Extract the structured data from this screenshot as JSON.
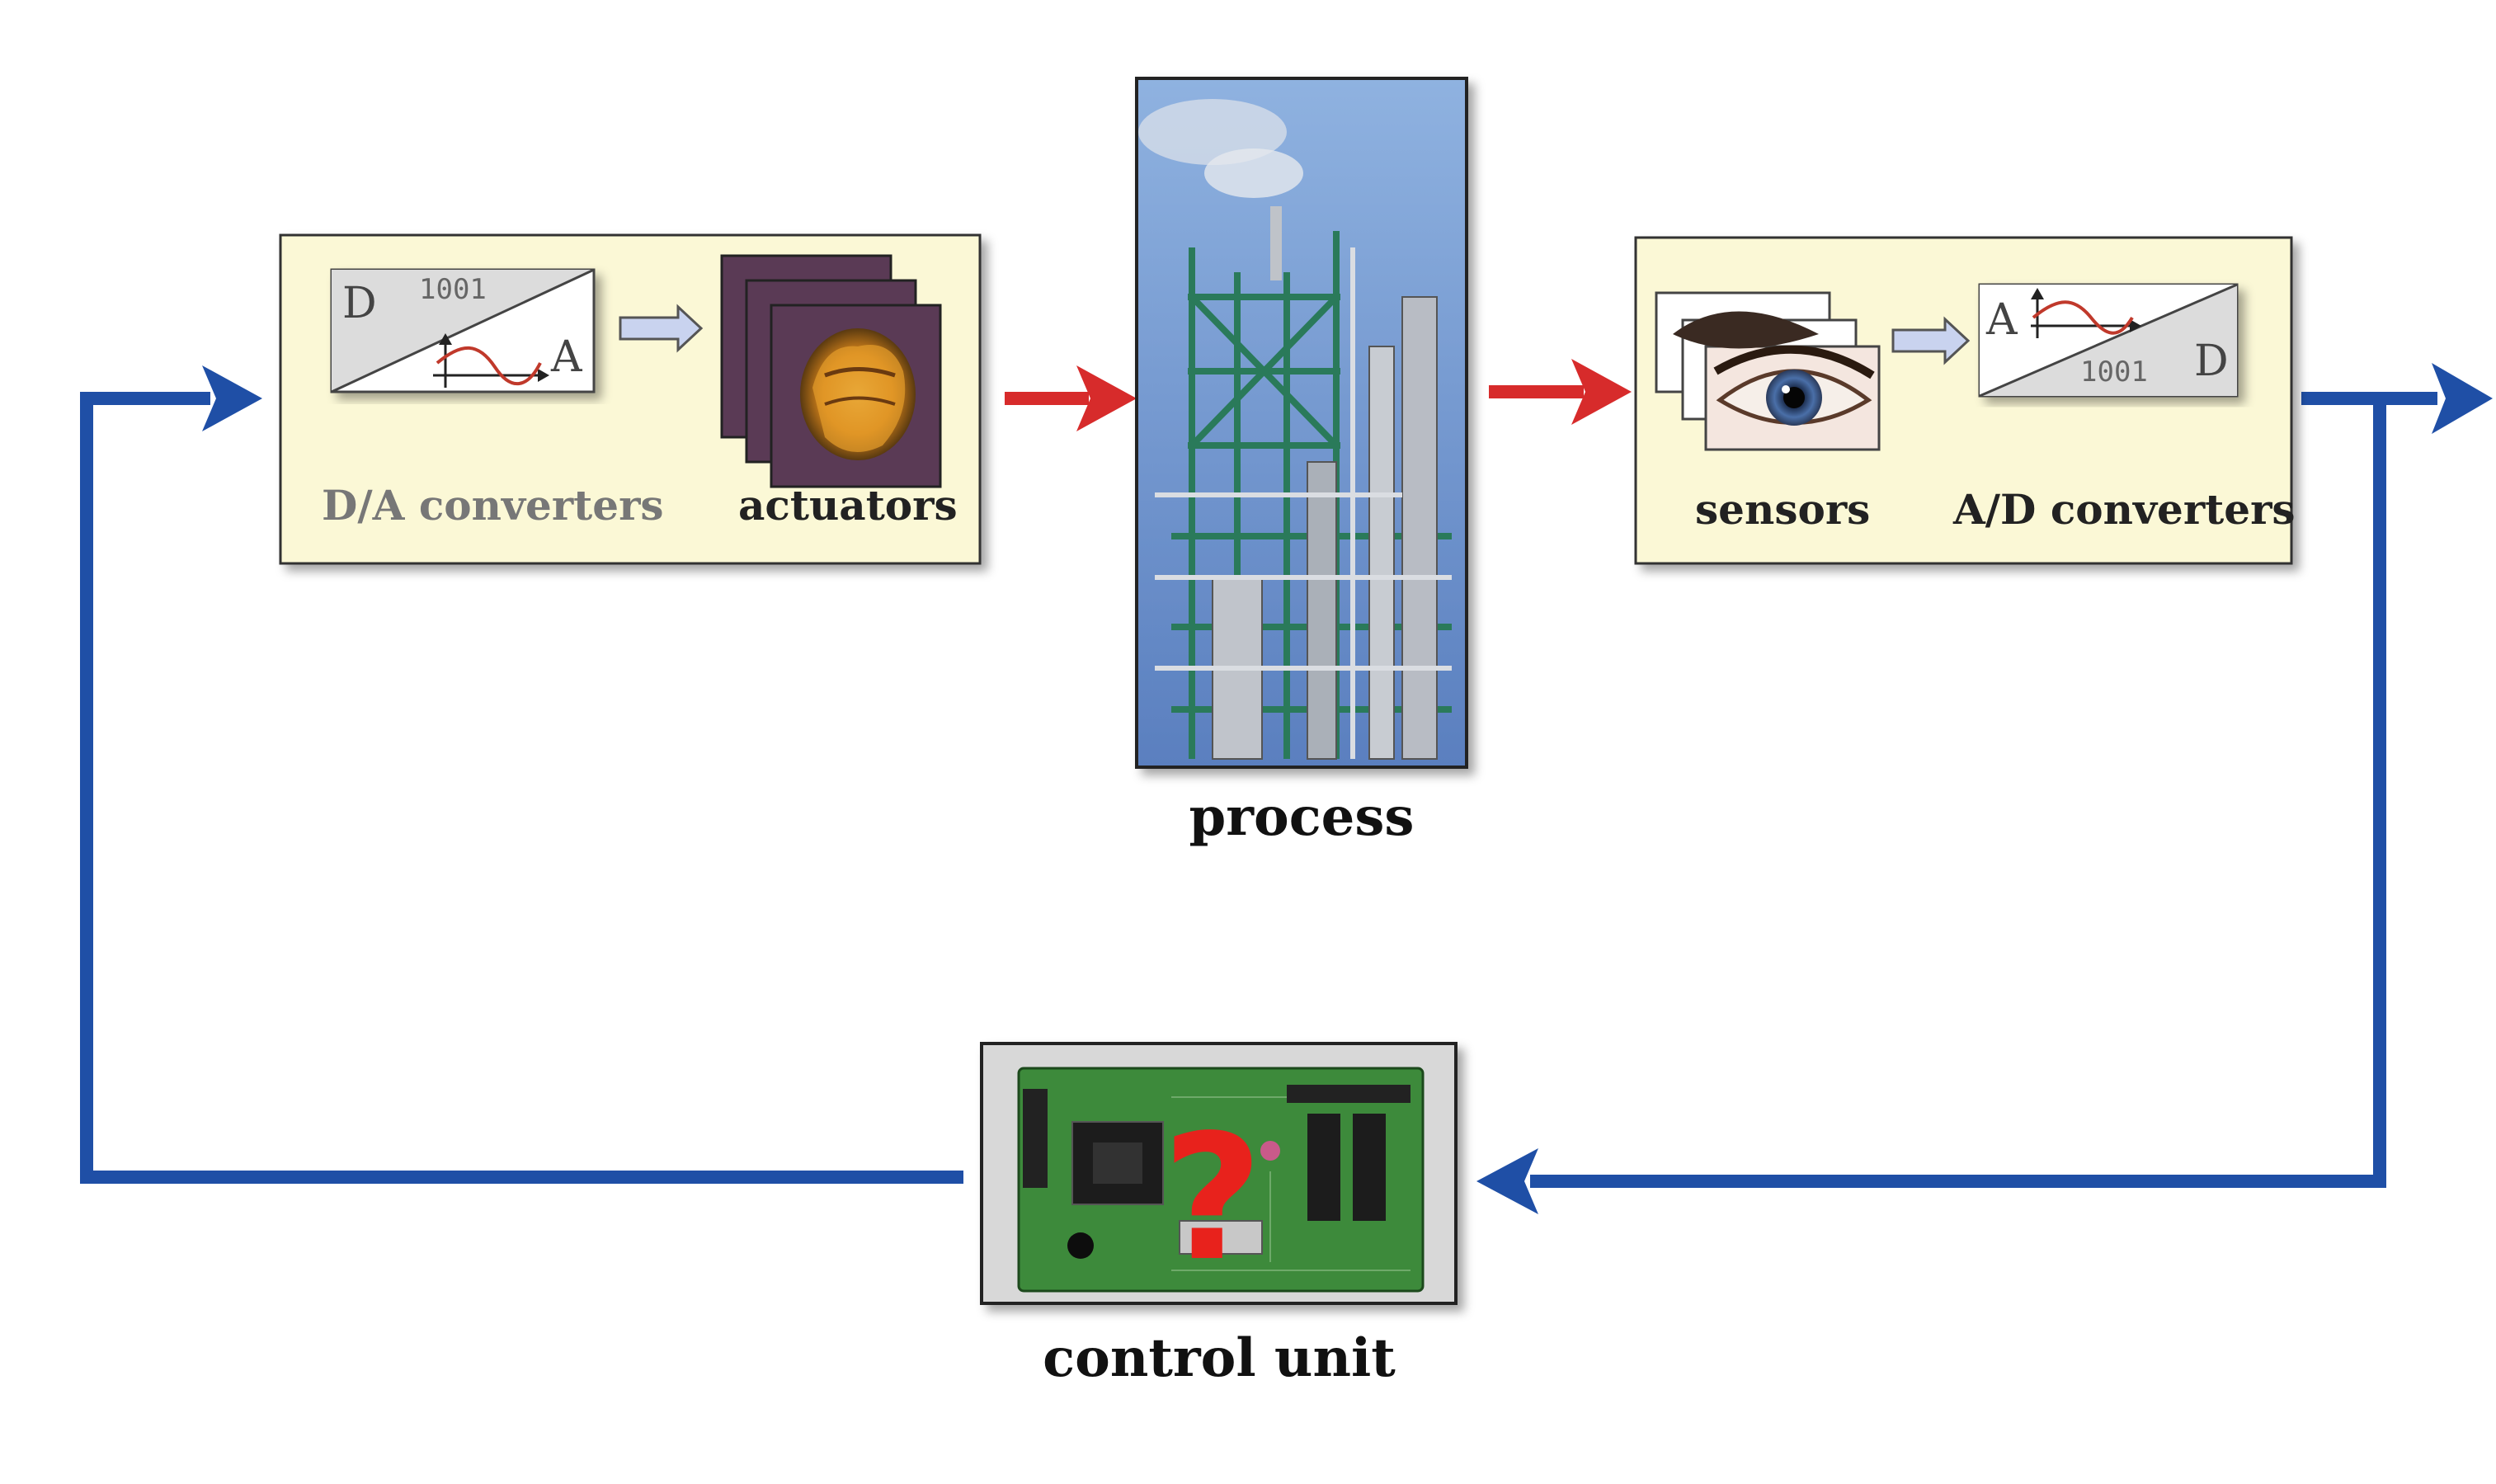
{
  "labels": {
    "da_converters": "D/A converters",
    "actuators": "actuators",
    "process": "process",
    "sensors": "sensors",
    "ad_converters": "A/D converters",
    "control_unit": "control unit"
  },
  "da_converter_icon": {
    "d": "D",
    "a": "A",
    "code": "1001"
  },
  "ad_converter_icon": {
    "a": "A",
    "d": "D",
    "code": "1001"
  },
  "control_unit_symbol": "?",
  "colors": {
    "box_fill": "#fbf8d6",
    "signal_arrow": "#d72b2b",
    "feedback_arrow": "#1f4fa6",
    "board_green": "#3e8a3a",
    "actuator_bg": "#5a3a55"
  }
}
